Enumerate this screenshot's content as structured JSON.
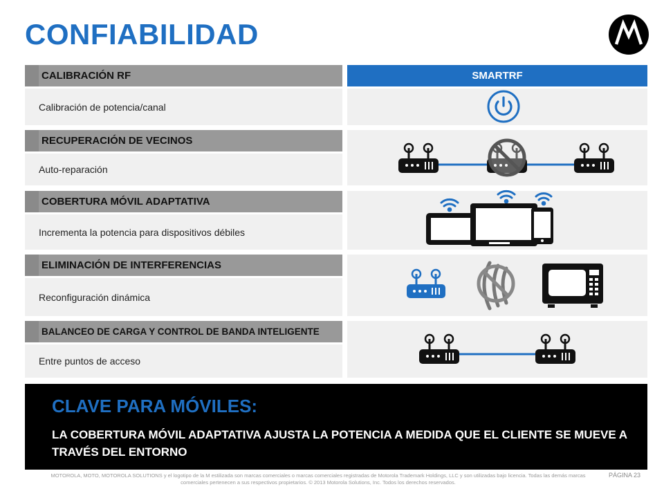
{
  "title": "CONFIABILIDAD",
  "smartrf_label": "SMARTRF",
  "rows": [
    {
      "header": "CALIBRACIÓN RF",
      "desc": "Calibración de potencia/canal"
    },
    {
      "header": "RECUPERACIÓN DE VECINOS",
      "desc": "Auto-reparación"
    },
    {
      "header": "COBERTURA MÓVIL ADAPTATIVA",
      "desc": "Incrementa la potencia para dispositivos débiles"
    },
    {
      "header": "ELIMINACIÓN DE INTERFERENCIAS",
      "desc": "Reconfiguración dinámica"
    },
    {
      "header": "BALANCEO DE CARGA Y CONTROL DE BANDA INTELIGENTE",
      "desc": "Entre puntos de acceso"
    }
  ],
  "key": {
    "title": "CLAVE PARA MÓVILES:",
    "text": "LA COBERTURA MÓVIL ADAPTATIVA AJUSTA LA POTENCIA A MEDIDA QUE EL CLIENTE SE MUEVE A TRAVÉS DEL ENTORNO"
  },
  "footer": {
    "legal": "MOTOROLA, MOTO, MOTOROLA SOLUTIONS y el logotipo de la M estilizada son marcas comerciales o marcas comerciales registradas de Motorola Trademark Holdings, LLC y son utilizadas bajo licencia. Todas las demás marcas comerciales pertenecen a sus respectivos propietarios. © 2013 Motorola Solutions, Inc. Todos los derechos reservados.",
    "page": "PÁGINA 23"
  },
  "icons": {
    "logo": "motorola-logo",
    "row1": "power-icon",
    "row2": "router-mesh-icon",
    "row3": "mobile-devices-icon",
    "row4": "interference-microwave-icon",
    "row5": "router-pair-icon"
  },
  "colors": {
    "accent": "#1f6fc2",
    "header_gray": "#999999",
    "panel_gray": "#f0f0f0",
    "dark": "#000000"
  }
}
